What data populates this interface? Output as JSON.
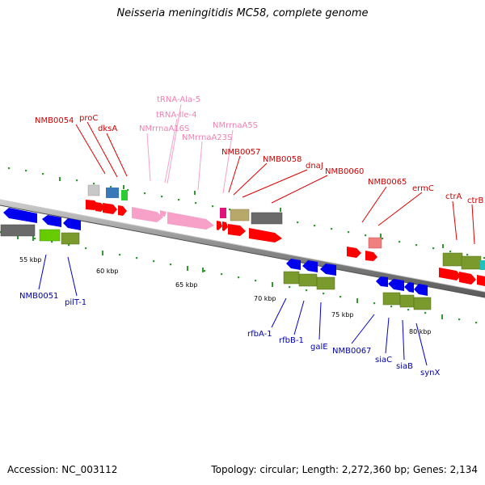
{
  "title": "Neisseria meningitidis MC58, complete genome",
  "accession": "Accession: NC_003112",
  "topology": "Topology: circular; Length: 2,272,360 bp; Genes: 2,134",
  "colors": {
    "backbone": "#8c8c8c",
    "red_gene": "#ff0000",
    "red_label": "#cc0000",
    "pink_rna": "#f7a1c9",
    "blue_gene": "#0000ee",
    "blue_label": "#0000aa",
    "olive_gene": "#7a9a2e",
    "green_gene": "#66cc00",
    "gray_gene": "#707070",
    "tick": "#339933"
  },
  "scale": {
    "labels": [
      "55 kbp",
      "60 kbp",
      "65 kbp",
      "70 kbp",
      "75 kbp",
      "80 kbp"
    ]
  },
  "top_labels": [
    "NMB0054",
    "proC",
    "dksA",
    "tRNA-Ala-5",
    "tRNA-Ile-4",
    "NMrrnaA16S",
    "NMrrnaA5S",
    "NMrrnaA23S",
    "NMB0057",
    "NMB0058",
    "dnaJ",
    "NMB0060",
    "NMB0065",
    "ermC",
    "ctrA",
    "ctrB"
  ],
  "bottom_labels": [
    "NMB0051",
    "pilT-1",
    "rfbA-1",
    "rfbB-1",
    "galE",
    "NMB0067",
    "siaC",
    "siaB",
    "synX"
  ]
}
